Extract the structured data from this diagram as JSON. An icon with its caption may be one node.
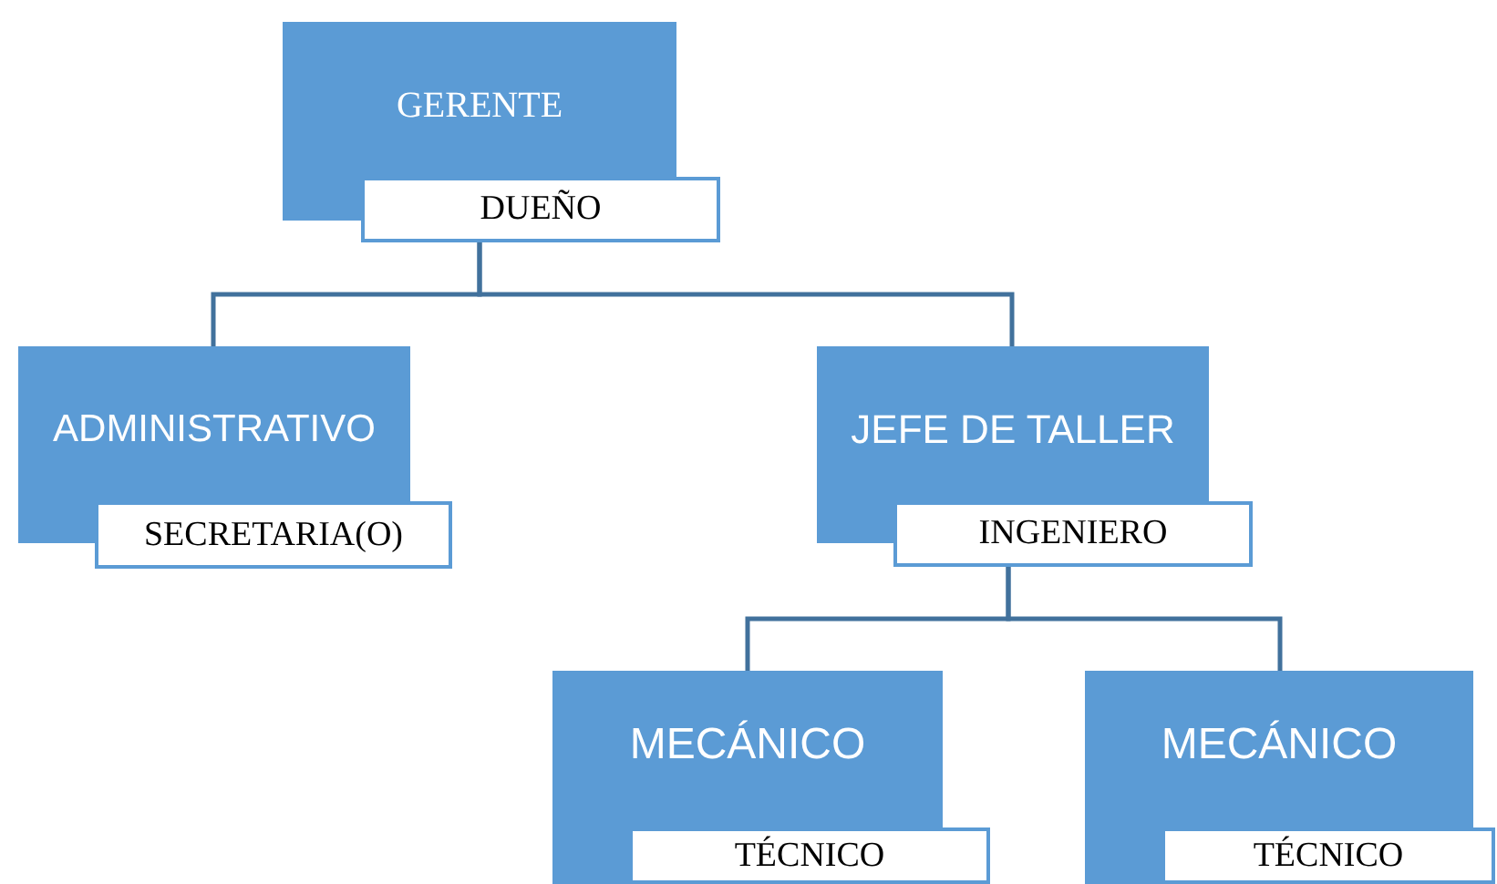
{
  "diagram": {
    "nodes": [
      {
        "text": [
          "GERENTE",
          "DUEÑO"
        ]
      },
      {
        "text": [
          "ADMINISTRATIVO",
          "SECRETARIA(O)"
        ]
      },
      {
        "text": [
          "JEFE DE TALLER",
          "INGENIERO"
        ]
      },
      {
        "text": [
          "MECÁNICO",
          "TÉCNICO"
        ]
      },
      {
        "text": [
          "MECÁNICO",
          "TÉCNICO"
        ]
      }
    ],
    "edges": [
      {
        "from": 0,
        "to": 1,
        "arrow": "none"
      },
      {
        "from": 0,
        "to": 2,
        "arrow": "none"
      },
      {
        "from": 2,
        "to": 3,
        "arrow": "none"
      },
      {
        "from": 2,
        "to": 4,
        "arrow": "none"
      }
    ]
  }
}
